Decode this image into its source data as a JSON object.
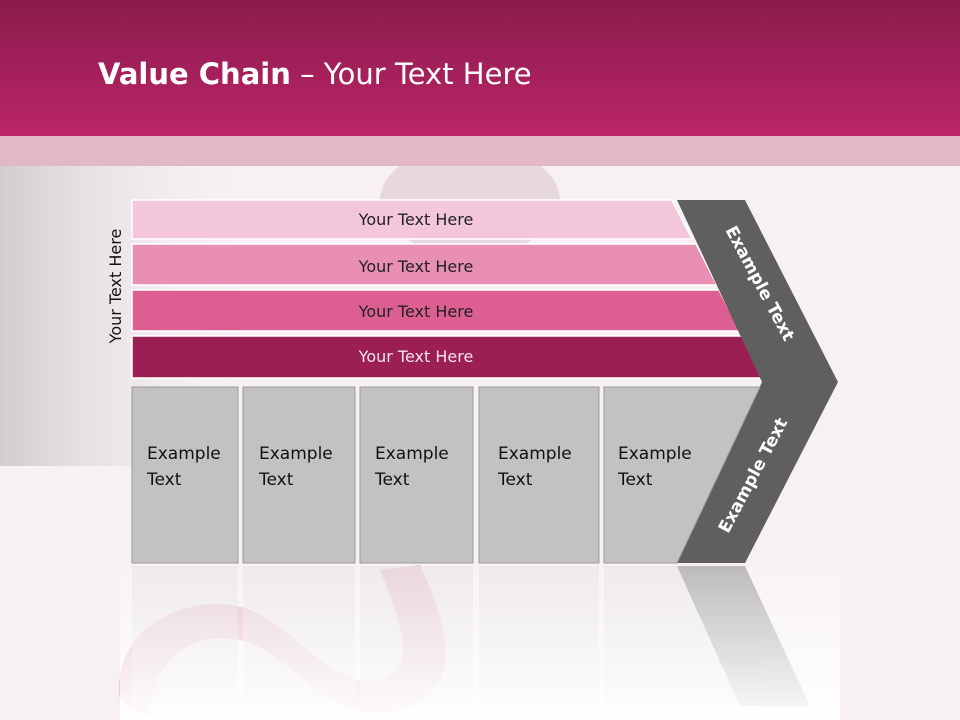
{
  "title": {
    "bold": "Value Chain",
    "rest": " – Your Text Here"
  },
  "side_label": "Your Text Here",
  "rows": [
    {
      "label": "Your Text Here",
      "color": "#f4c6d9"
    },
    {
      "label": "Your Text Here",
      "color": "#e98fb4"
    },
    {
      "label": "Your Text Here",
      "color": "#dd5f92"
    },
    {
      "label": "Your Text Here",
      "color": "#9b1f52"
    }
  ],
  "boxes": [
    {
      "line1": "Example",
      "line2": "Text"
    },
    {
      "line1": "Example",
      "line2": "Text"
    },
    {
      "line1": "Example",
      "line2": "Text"
    },
    {
      "line1": "Example",
      "line2": "Text"
    },
    {
      "line1": "Example",
      "line2": "Text"
    }
  ],
  "chevron_upper": "Example Text",
  "chevron_lower": "Example Text",
  "colors": {
    "header": "#b8235f",
    "box": "#c2c2c2",
    "chevron": "#5f5f5f"
  }
}
